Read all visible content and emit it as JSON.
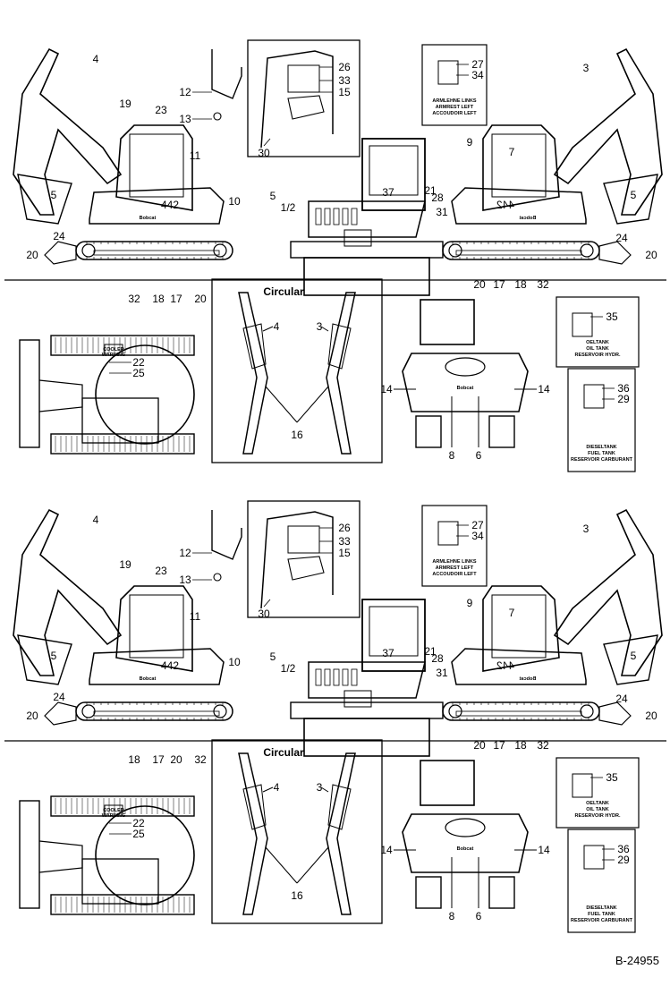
{
  "document_id": "B-24955",
  "panels": [
    {
      "name": "upper",
      "title_circular": "Circular",
      "model_badge": "442",
      "brand": "Bobcat",
      "side_left_callouts": [
        "4",
        "19",
        "23",
        "11",
        "5",
        "10",
        "20",
        "24",
        "20",
        "32",
        "18",
        "17"
      ],
      "side_right_callouts": [
        "3",
        "9",
        "7",
        "5",
        "24",
        "20",
        "20",
        "17",
        "18",
        "32"
      ],
      "front_callouts": [
        "37",
        "21",
        "5",
        "28",
        "1/2",
        "31"
      ],
      "cab_interior_callouts": [
        "26",
        "33",
        "15",
        "30"
      ],
      "bracket_callouts": [
        "12",
        "13"
      ],
      "armrest_callouts": [
        "27",
        "34"
      ],
      "armrest_label": [
        "ARMLEHNE LINKS",
        "ARMREST LEFT",
        "ACCOUDOIR LEFT"
      ],
      "top_view_callouts": [
        "22",
        "25"
      ],
      "top_view_label": [
        "COOLER",
        "WARNING"
      ],
      "boom_callouts": [
        "4",
        "3",
        "16"
      ],
      "rear_callouts": [
        "14",
        "14",
        "8",
        "6"
      ],
      "oil_tank_callouts": [
        "35"
      ],
      "oil_tank_label": [
        "OELTANK",
        "OIL TANK",
        "RESERVOIR HYDR."
      ],
      "fuel_tank_callouts": [
        "36",
        "29"
      ],
      "fuel_tank_label": [
        "DIESELTANK",
        "FUEL TANK",
        "RESERVOIR CARBURANT"
      ]
    },
    {
      "name": "lower",
      "title_circular": "Circular",
      "model_badge": "442",
      "brand": "Bobcat",
      "side_left_callouts": [
        "4",
        "19",
        "23",
        "11",
        "5",
        "10",
        "20",
        "24",
        "32",
        "18",
        "17",
        "20"
      ],
      "side_right_callouts": [
        "3",
        "9",
        "7",
        "5",
        "24",
        "20",
        "20",
        "17",
        "18",
        "32"
      ],
      "front_callouts": [
        "37",
        "21",
        "5",
        "28",
        "1/2",
        "31"
      ],
      "cab_interior_callouts": [
        "26",
        "33",
        "15",
        "30"
      ],
      "bracket_callouts": [
        "12",
        "13"
      ],
      "armrest_callouts": [
        "27",
        "34"
      ],
      "armrest_label": [
        "ARMLEHNE LINKS",
        "ARMREST LEFT",
        "ACCOUDOIR LEFT"
      ],
      "top_view_callouts": [
        "22",
        "25"
      ],
      "top_view_label": [
        "COOLER",
        "WARNING"
      ],
      "boom_callouts": [
        "4",
        "3",
        "16"
      ],
      "rear_callouts": [
        "14",
        "14",
        "8",
        "6"
      ],
      "oil_tank_callouts": [
        "35"
      ],
      "oil_tank_label": [
        "OELTANK",
        "OIL TANK",
        "RESERVOIR HYDR."
      ],
      "fuel_tank_callouts": [
        "36",
        "29"
      ],
      "fuel_tank_label": [
        "DIESELTANK",
        "FUEL TANK",
        "RESERVOIR CARBURANT"
      ]
    }
  ]
}
